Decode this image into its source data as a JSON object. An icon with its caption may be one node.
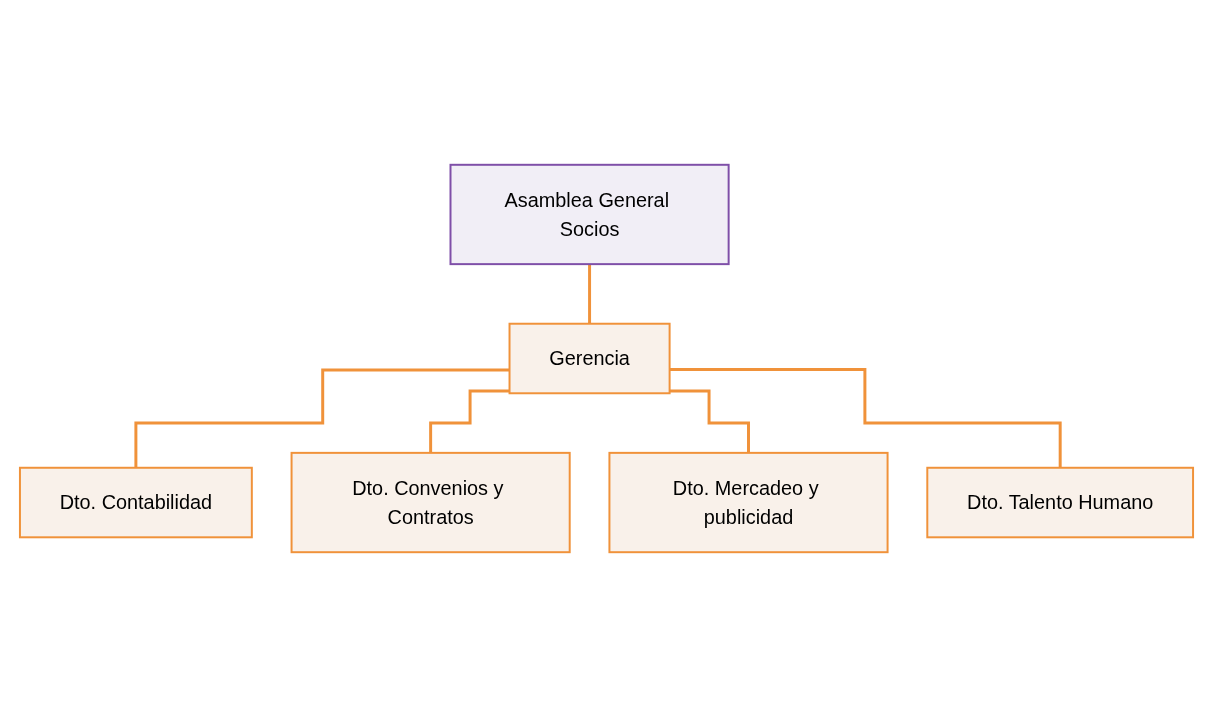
{
  "diagram": {
    "nodes": [
      {
        "text": [
          "Asamblea General Socios"
        ]
      },
      {
        "text": [
          "Gerencia"
        ]
      },
      {
        "text": [
          "Dto. Contabilidad"
        ]
      },
      {
        "text": [
          "Dto. Convenios y Contratos"
        ]
      },
      {
        "text": [
          "Dto. Mercadeo y publicidad"
        ]
      },
      {
        "text": [
          "Dto. Talento Humano"
        ]
      }
    ],
    "edges": [
      {
        "from": 0,
        "to": 1,
        "arrow": "none"
      },
      {
        "from": 1,
        "to": 2,
        "arrow": "none"
      },
      {
        "from": 1,
        "to": 3,
        "arrow": "none"
      },
      {
        "from": 1,
        "to": 4,
        "arrow": "none"
      },
      {
        "from": 1,
        "to": 5,
        "arrow": "none"
      }
    ]
  }
}
